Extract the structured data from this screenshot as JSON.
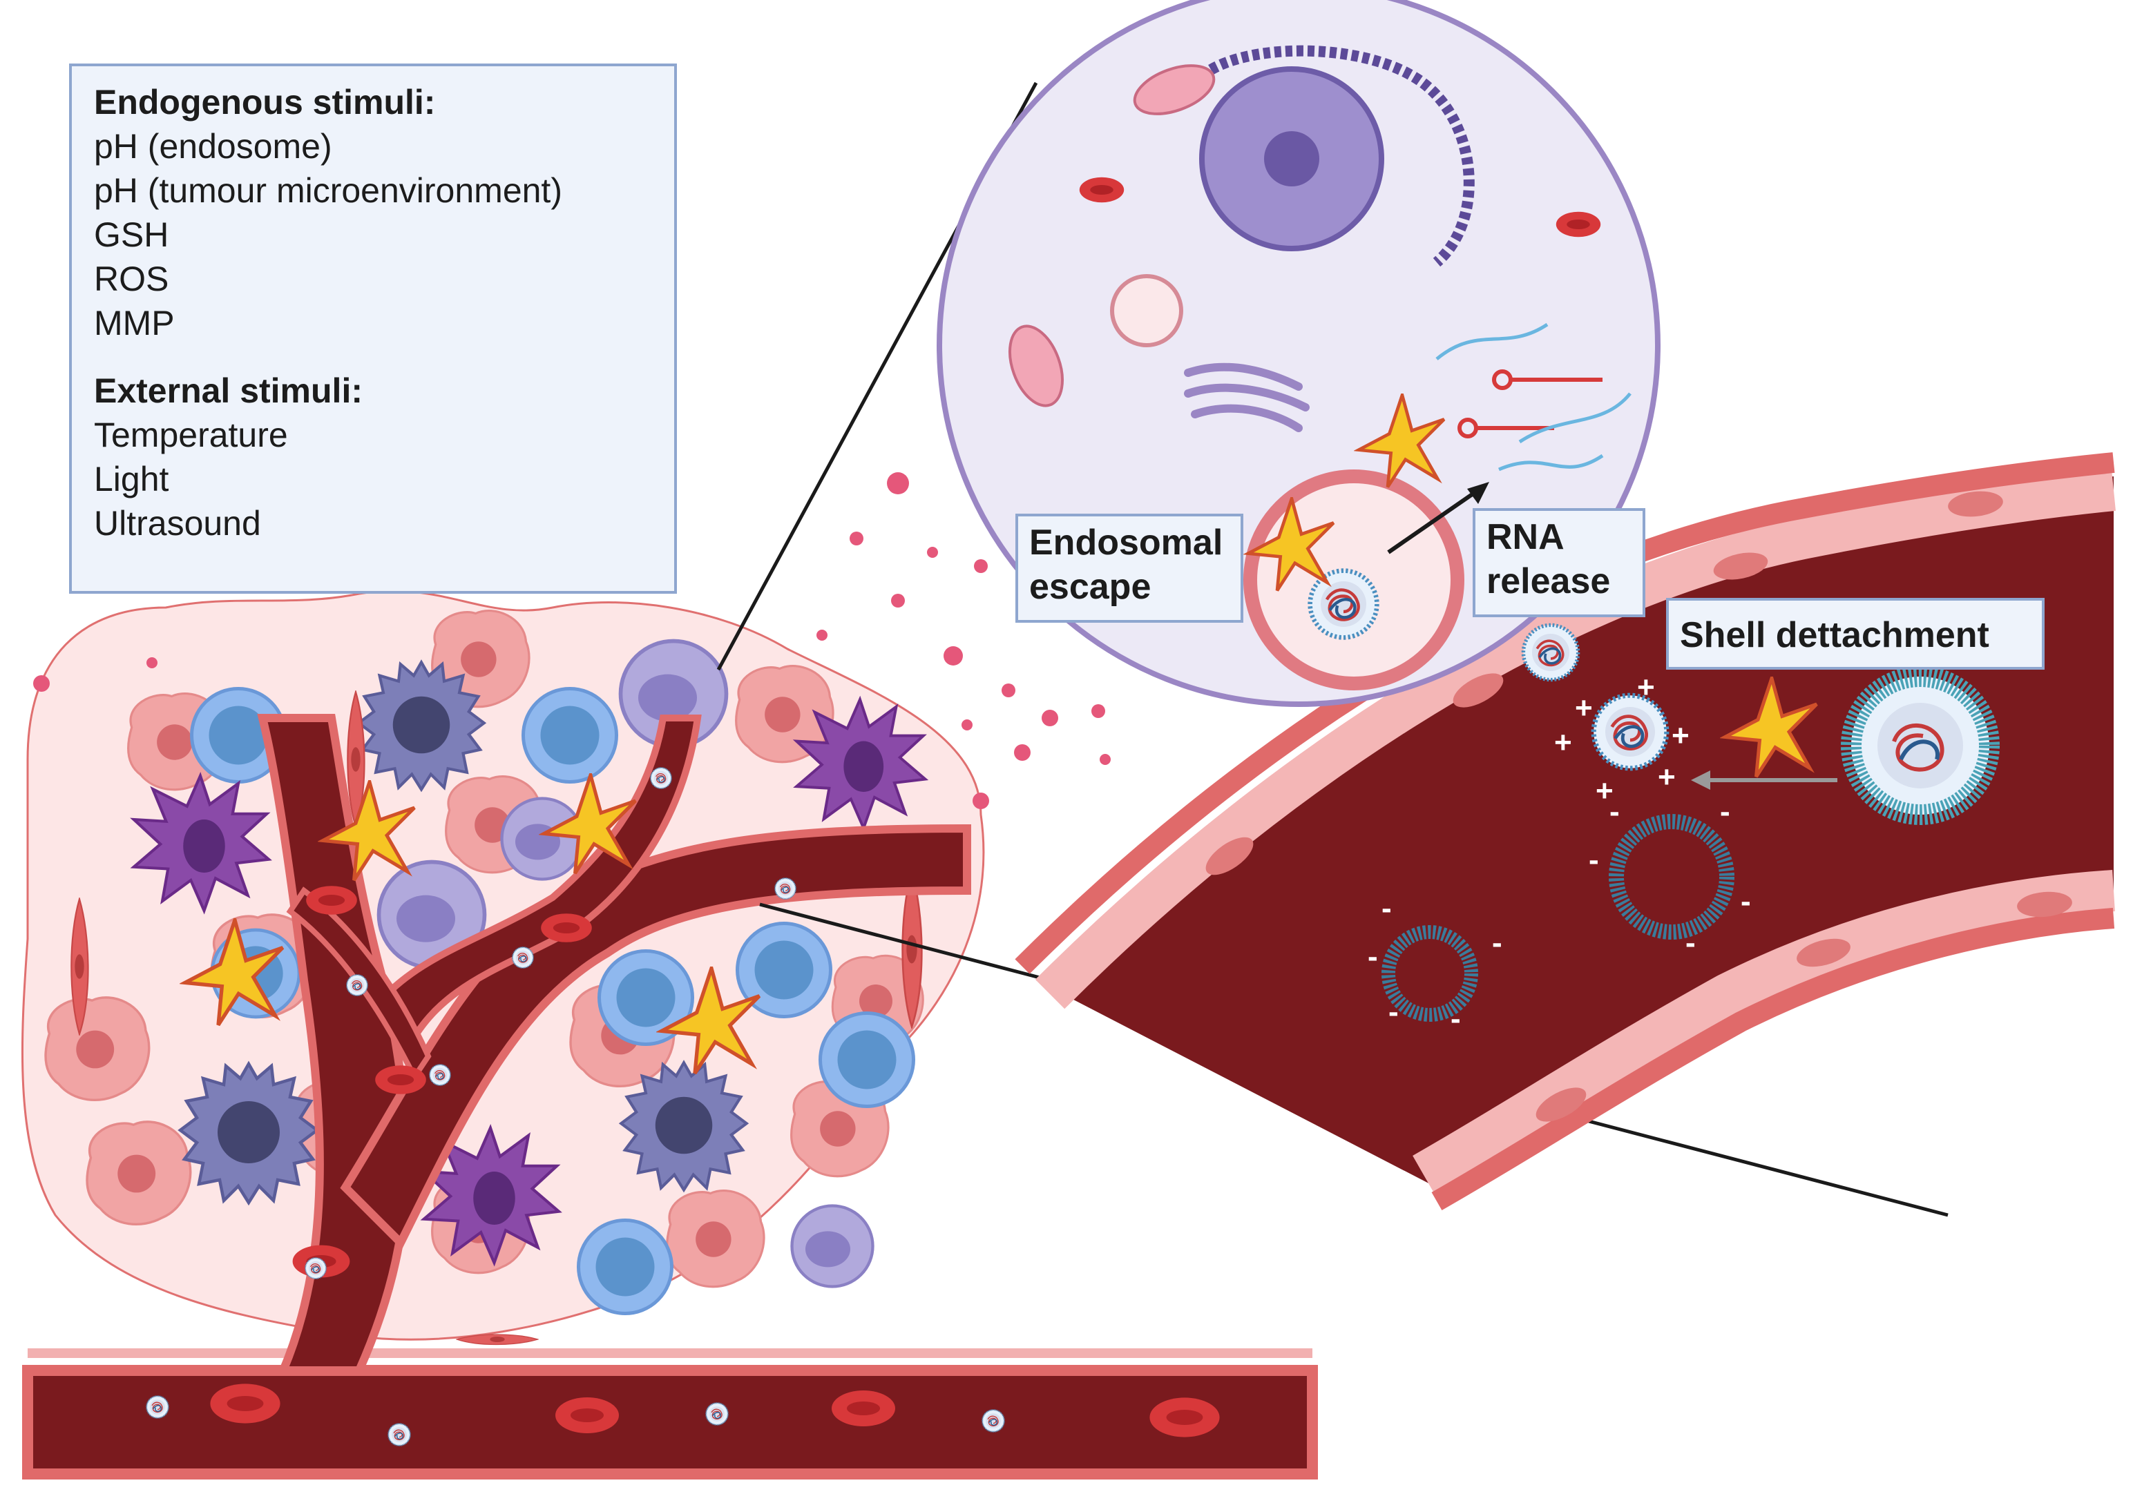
{
  "stimuli_box": {
    "endogenous_title": "Endogenous stimuli:",
    "endogenous_items": [
      "pH (endosome)",
      "pH (tumour microenvironment)",
      "GSH",
      "ROS",
      "MMP"
    ],
    "external_title": "External stimuli:",
    "external_items": [
      "Temperature",
      "Light",
      "Ultrasound"
    ]
  },
  "labels": {
    "endosomal_escape_1": "Endosomal",
    "endosomal_escape_2": "escape",
    "rna_release_1": "RNA",
    "rna_release_2": "release",
    "shell_detachment": "Shell dettachment"
  },
  "charges": {
    "positive": "+",
    "negative": "-"
  },
  "colors": {
    "vessel_lumen": "#7a1a1e",
    "vessel_wall": "#e06a6a",
    "tumour_cell": "#f1a4a4",
    "star_fill": "#f6c524",
    "box_fill": "#eef3fb",
    "box_border": "#8ea6cf",
    "cell_membrane": "#9a86c4"
  },
  "icons": [
    "stimulus-star-icon",
    "nanoparticle-icon",
    "rna-hairpin-icon",
    "red-blood-cell-icon",
    "mitochondrion-icon",
    "nucleus-icon"
  ]
}
